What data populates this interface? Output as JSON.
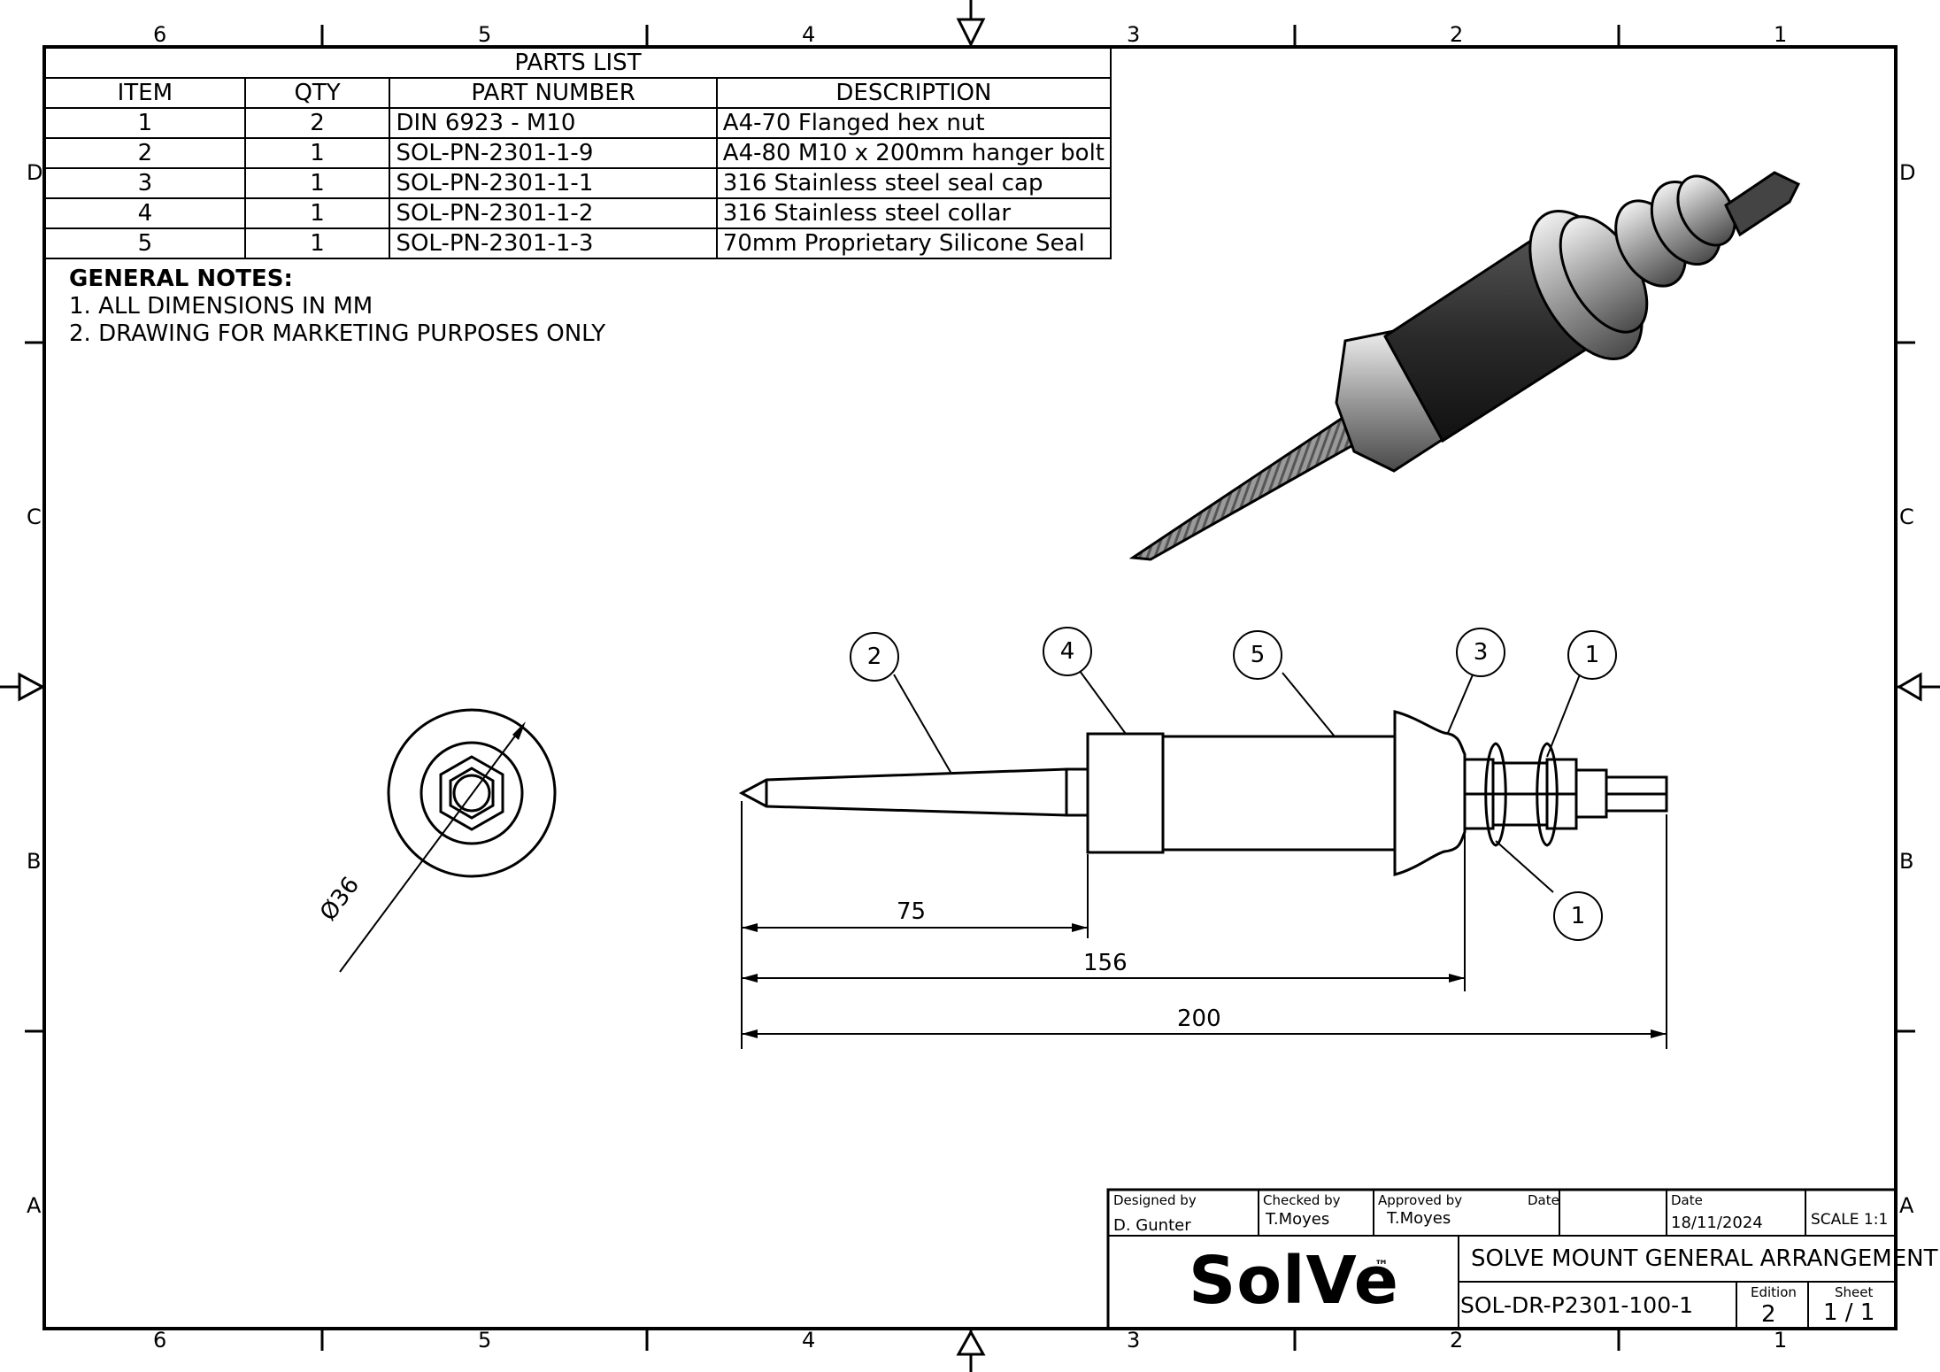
{
  "zones": {
    "columns": [
      "6",
      "5",
      "4",
      "3",
      "2",
      "1"
    ],
    "rows": [
      "D",
      "C",
      "B",
      "A"
    ]
  },
  "parts_list": {
    "title": "PARTS LIST",
    "headers": [
      "ITEM",
      "QTY",
      "PART NUMBER",
      "DESCRIPTION"
    ],
    "rows": [
      {
        "item": "1",
        "qty": "2",
        "part_number": "DIN 6923 - M10",
        "description": "A4-70 Flanged hex nut"
      },
      {
        "item": "2",
        "qty": "1",
        "part_number": "SOL-PN-2301-1-9",
        "description": "A4-80 M10 x 200mm hanger bolt"
      },
      {
        "item": "3",
        "qty": "1",
        "part_number": "SOL-PN-2301-1-1",
        "description": "316 Stainless steel seal cap"
      },
      {
        "item": "4",
        "qty": "1",
        "part_number": "SOL-PN-2301-1-2",
        "description": "316 Stainless steel collar"
      },
      {
        "item": "5",
        "qty": "1",
        "part_number": "SOL-PN-2301-1-3",
        "description": "70mm Proprietary Silicone Seal"
      }
    ]
  },
  "notes": {
    "heading": "GENERAL NOTES:",
    "items": [
      "1. ALL DIMENSIONS IN MM",
      "2. DRAWING FOR MARKETING PURPOSES ONLY"
    ]
  },
  "balloons": [
    "2",
    "4",
    "5",
    "3",
    "1",
    "1"
  ],
  "dimensions": {
    "diameter": "Ø36",
    "d75": "75",
    "d156": "156",
    "d200": "200"
  },
  "title_block": {
    "designed_by_label": "Designed by",
    "designed_by": "D. Gunter",
    "checked_by_label": "Checked by",
    "checked_by": "T.Moyes",
    "approved_by_label": "Approved by",
    "approved_by": "T.Moyes",
    "date_label_1": "Date",
    "date_label_2": "Date",
    "date": "18/11/2024",
    "scale": "SCALE 1:1",
    "logo": "SolVe",
    "trademark": "™",
    "title": "SOLVE MOUNT GENERAL ARRANGEMENT",
    "drawing_number": "SOL-DR-P2301-100-1",
    "edition_label": "Edition",
    "edition": "2",
    "sheet_label": "Sheet",
    "sheet": "1 / 1"
  },
  "colors": {
    "line": "#000000",
    "paper": "#ffffff",
    "steel_light": "#c9c9c9",
    "steel_dark": "#5a5a5a",
    "seal": "#2a2a2a"
  }
}
